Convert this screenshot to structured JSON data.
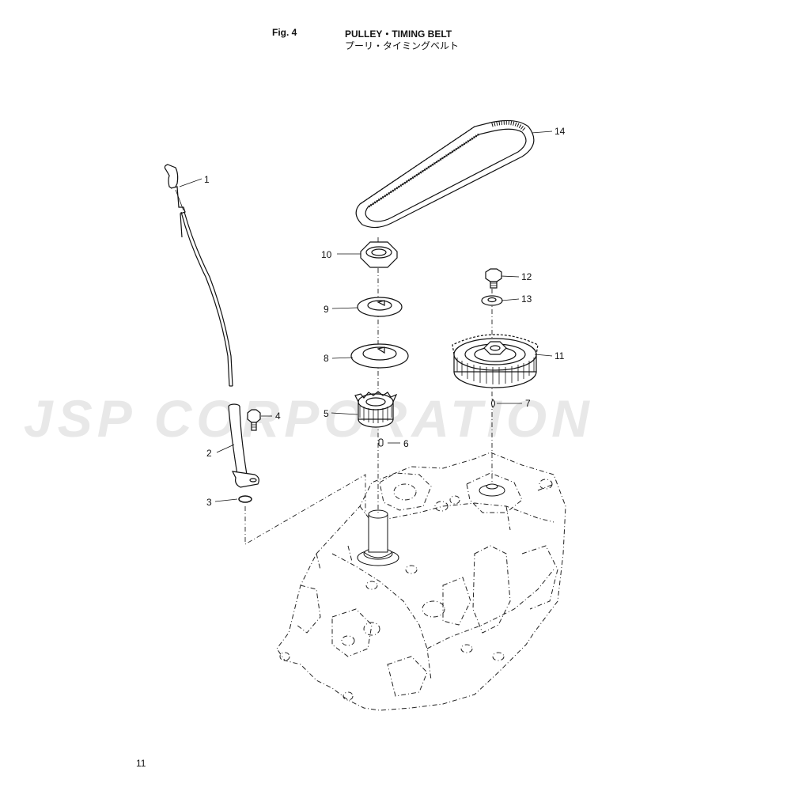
{
  "header": {
    "fig_label": "Fig. 4",
    "title_en": "PULLEY・TIMING BELT",
    "title_jp": "プーリ・タイミングベルト"
  },
  "watermark": "JSP CORPORATION",
  "page_number": "11",
  "callouts": [
    "1",
    "2",
    "3",
    "4",
    "5",
    "6",
    "7",
    "8",
    "9",
    "10",
    "11",
    "12",
    "13",
    "14"
  ]
}
